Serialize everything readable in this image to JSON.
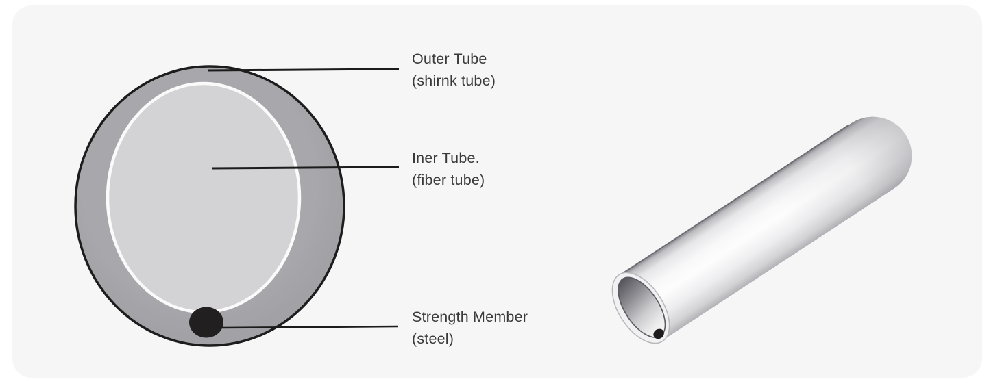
{
  "page": {
    "background": "#ffffff",
    "card_background": "#f6f6f7"
  },
  "diagram": {
    "labels": {
      "outer_tube": {
        "title": "Outer Tube",
        "subtitle": "(shirnk tube)"
      },
      "inner_tube": {
        "title": "Iner Tube.",
        "subtitle": "(fiber tube)"
      },
      "strength_member": {
        "title": "Strength Member",
        "subtitle": "(steel)"
      }
    },
    "colors": {
      "outer_ring_fill": "#a8a8ac",
      "inner_disc_fill": "#d3d3d5",
      "inner_ring_stroke": "#fafafa",
      "strength_member_fill": "#221f20",
      "outline": "#1c1c1c",
      "label_text": "#3a3a3a"
    }
  }
}
